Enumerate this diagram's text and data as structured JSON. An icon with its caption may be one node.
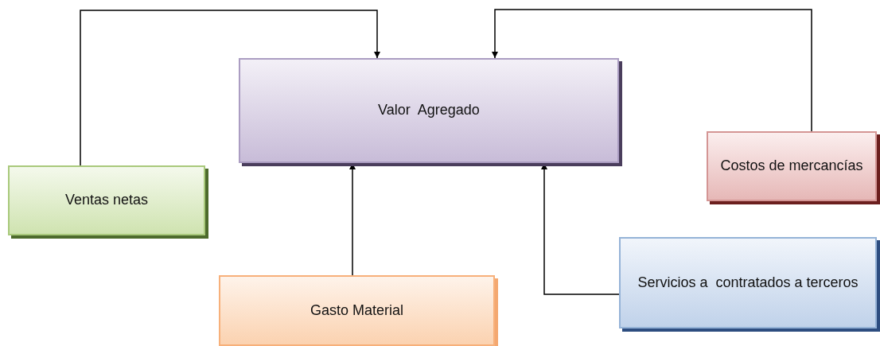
{
  "diagram": {
    "nodes": [
      {
        "text": [
          "Valor  Agregado"
        ]
      },
      {
        "text": [
          "Ventas netas"
        ]
      },
      {
        "text": [
          "Costos de mercancías"
        ]
      },
      {
        "text": [
          "Servicios a  contratados a terceros"
        ]
      },
      {
        "text": [
          "Gasto Material"
        ]
      }
    ],
    "edges": [
      {
        "from": 1,
        "to": 0,
        "arrow": "to"
      },
      {
        "from": 2,
        "to": 0,
        "arrow": "to"
      },
      {
        "from": 4,
        "to": 0,
        "arrow": "to"
      },
      {
        "from": 3,
        "to": 0,
        "arrow": "to"
      }
    ]
  }
}
